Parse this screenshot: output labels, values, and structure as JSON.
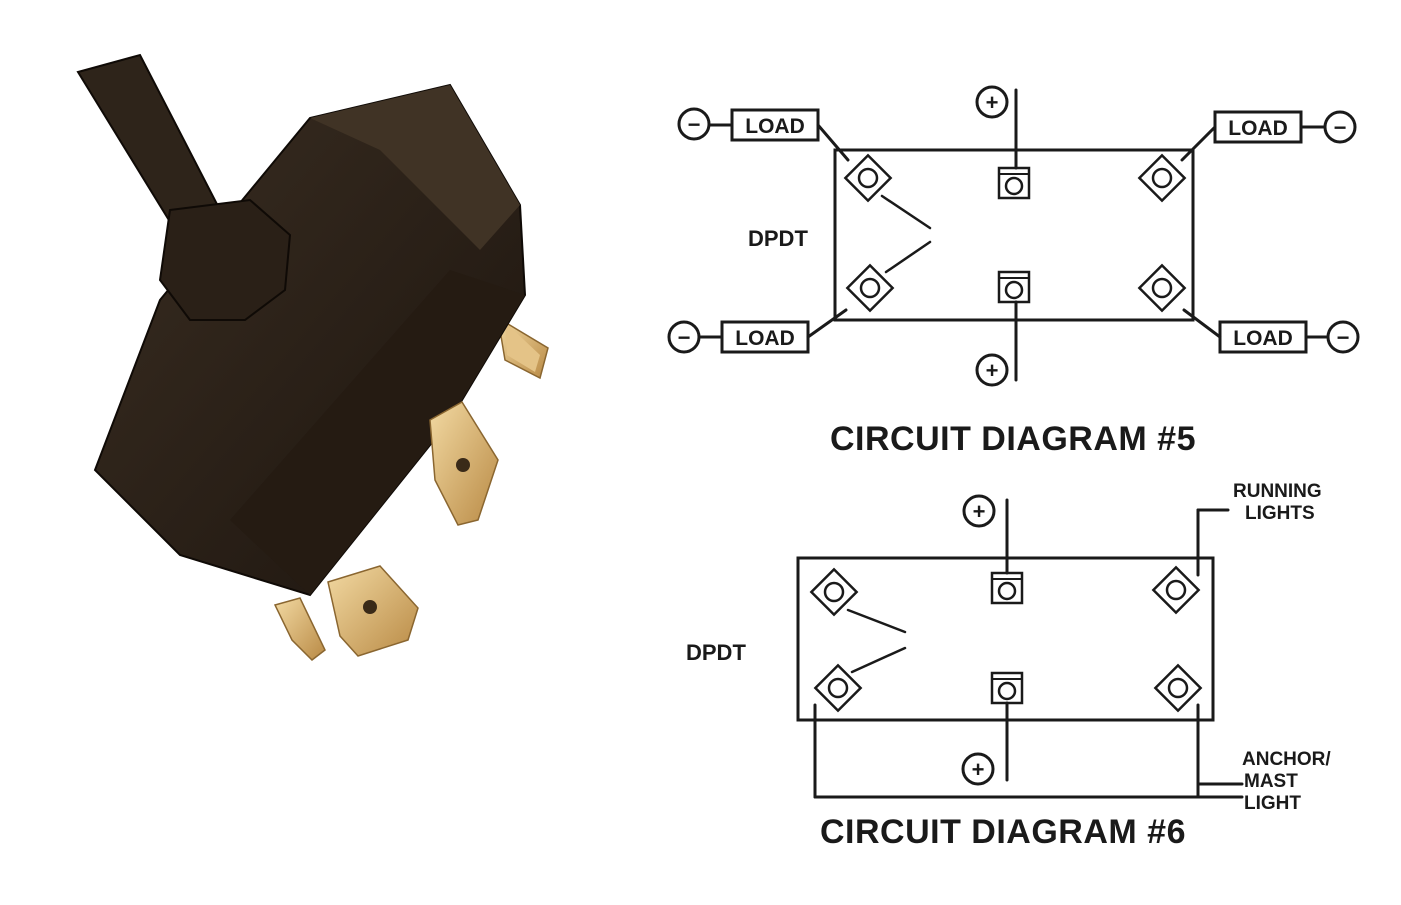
{
  "diagram5": {
    "title": "CIRCUIT DIAGRAM #5",
    "switch_label": "DPDT",
    "load_label": "LOAD",
    "plus_symbol": "+",
    "minus_symbol": "−"
  },
  "diagram6": {
    "title": "CIRCUIT DIAGRAM #6",
    "switch_label": "DPDT",
    "plus_symbol": "+",
    "running_lights": [
      "RUNNING",
      "LIGHTS"
    ],
    "anchor_light": [
      "ANCHOR/",
      "MAST",
      "LIGHT"
    ]
  },
  "colors": {
    "ink": "#1a1a1a",
    "switch_body": "#2b2118",
    "terminal": "#d9b06a"
  }
}
